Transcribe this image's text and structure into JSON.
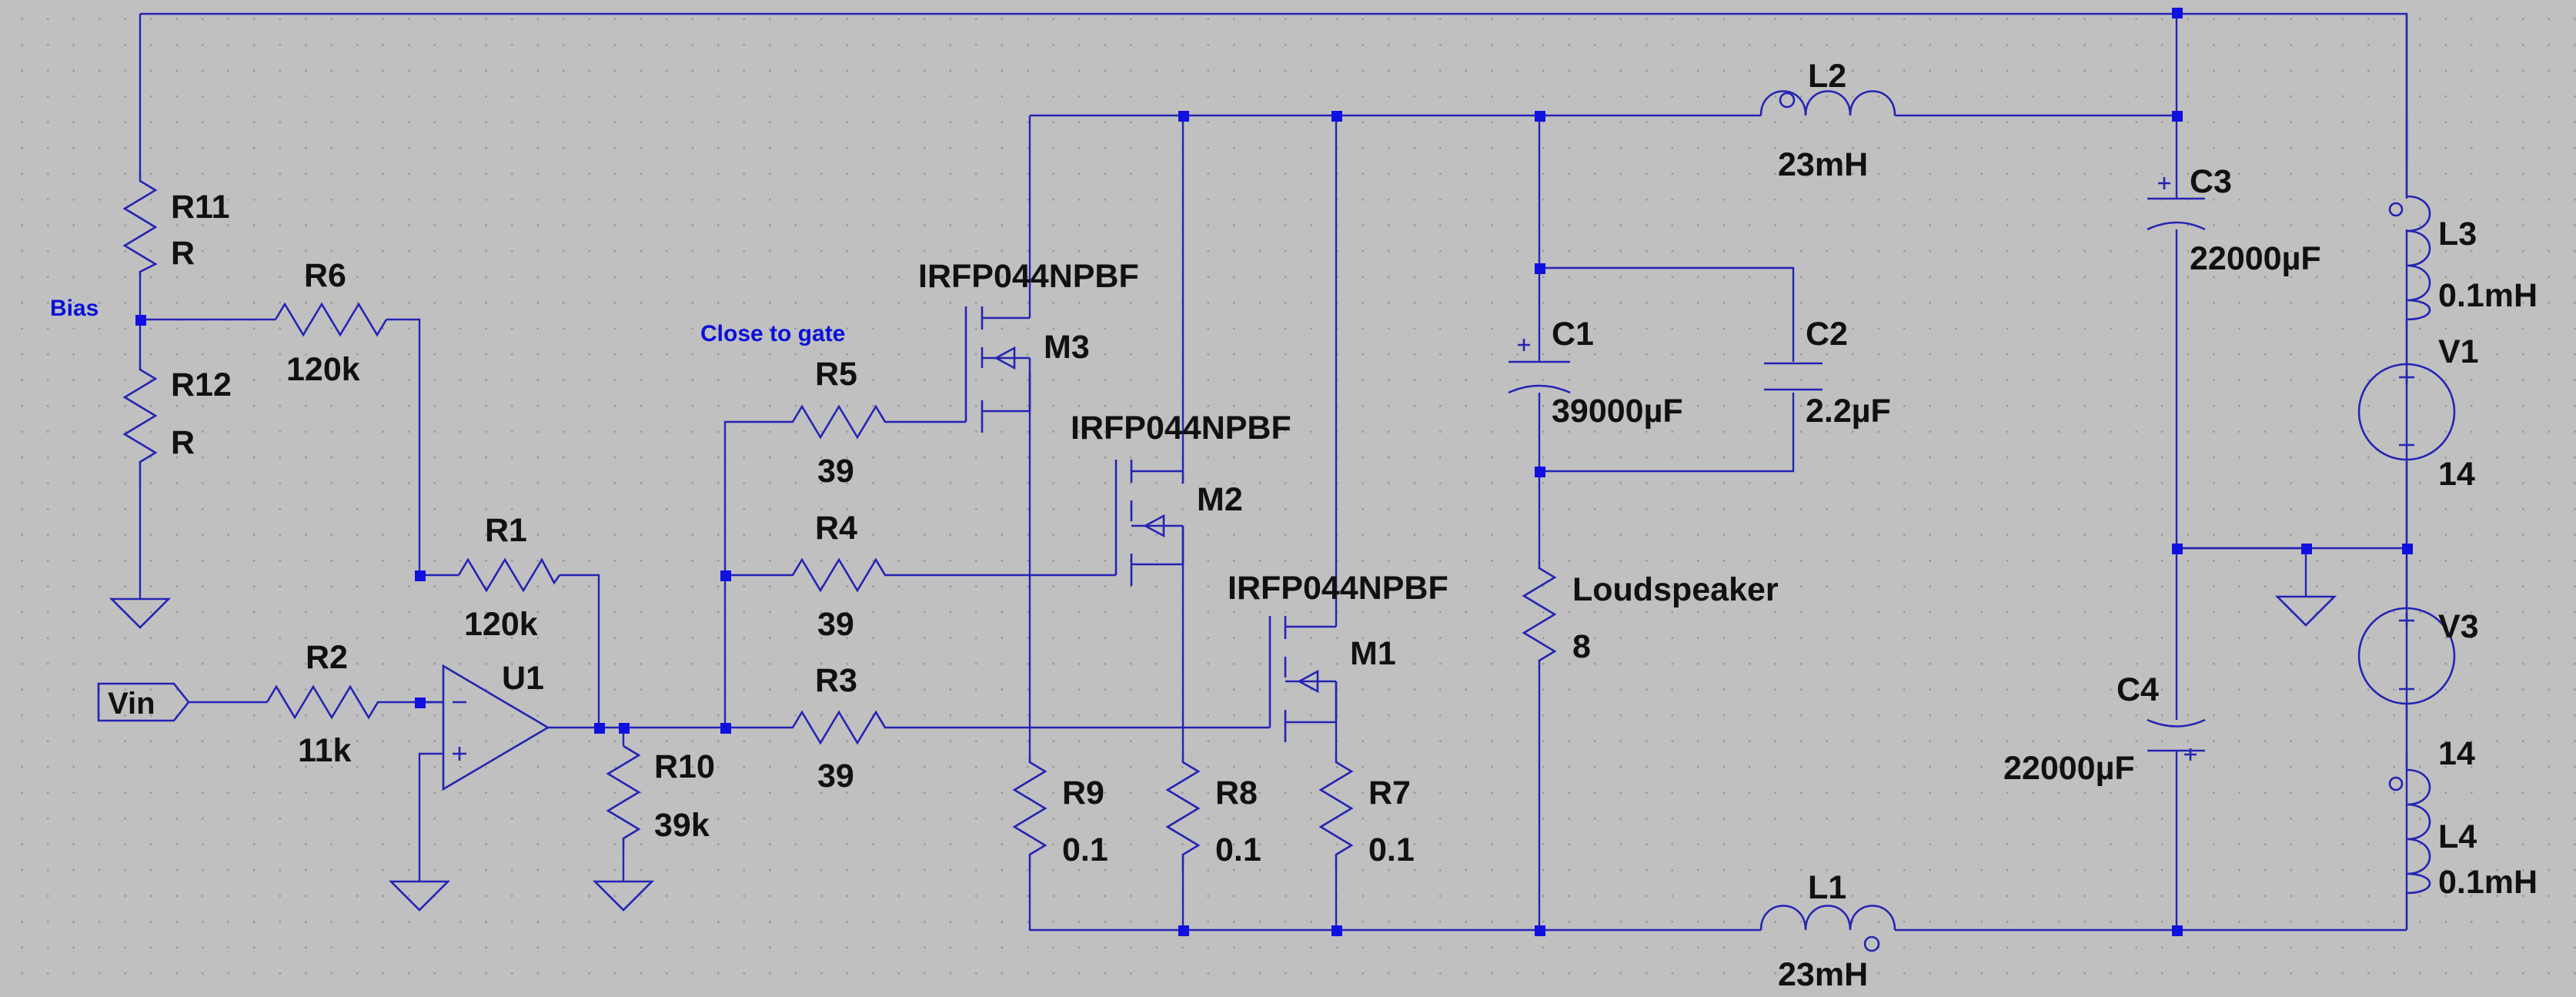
{
  "components": {
    "R11": {
      "name": "R11",
      "value": "R"
    },
    "R12": {
      "name": "R12",
      "value": "R"
    },
    "R6": {
      "name": "R6",
      "value": "120k"
    },
    "R1": {
      "name": "R1",
      "value": "120k"
    },
    "R2": {
      "name": "R2",
      "value": "11k"
    },
    "R10": {
      "name": "R10",
      "value": "39k"
    },
    "R5": {
      "name": "R5",
      "value": "39"
    },
    "R4": {
      "name": "R4",
      "value": "39"
    },
    "R3": {
      "name": "R3",
      "value": "39"
    },
    "R9": {
      "name": "R9",
      "value": "0.1"
    },
    "R8": {
      "name": "R8",
      "value": "0.1"
    },
    "R7": {
      "name": "R7",
      "value": "0.1"
    },
    "M3": {
      "name": "M3",
      "value": "IRFP044NPBF"
    },
    "M2": {
      "name": "M2",
      "value": "IRFP044NPBF"
    },
    "M1": {
      "name": "M1",
      "value": "IRFP044NPBF"
    },
    "U1": {
      "name": "U1"
    },
    "C1": {
      "name": "C1",
      "value": "39000µF"
    },
    "C2": {
      "name": "C2",
      "value": "2.2µF"
    },
    "C3": {
      "name": "C3",
      "value": "22000µF"
    },
    "C4": {
      "name": "C4",
      "value": "22000µF"
    },
    "L1": {
      "name": "L1",
      "value": "23mH"
    },
    "L2": {
      "name": "L2",
      "value": "23mH"
    },
    "L3": {
      "name": "L3",
      "value": "0.1mH"
    },
    "L4": {
      "name": "L4",
      "value": "0.1mH"
    },
    "V1": {
      "name": "V1",
      "value": "14"
    },
    "V3": {
      "name": "V3",
      "value": "14"
    },
    "Loudspeaker": {
      "name": "Loudspeaker",
      "value": "8"
    }
  },
  "net_labels": {
    "bias": "Bias",
    "note": "Close to gate"
  },
  "ports": {
    "vin": "Vin"
  },
  "colors": {
    "background": "#c0c0c0",
    "wire": "#2424b4",
    "junction": "#1010e0",
    "net_label": "#0a10d8",
    "text": "#111111"
  }
}
